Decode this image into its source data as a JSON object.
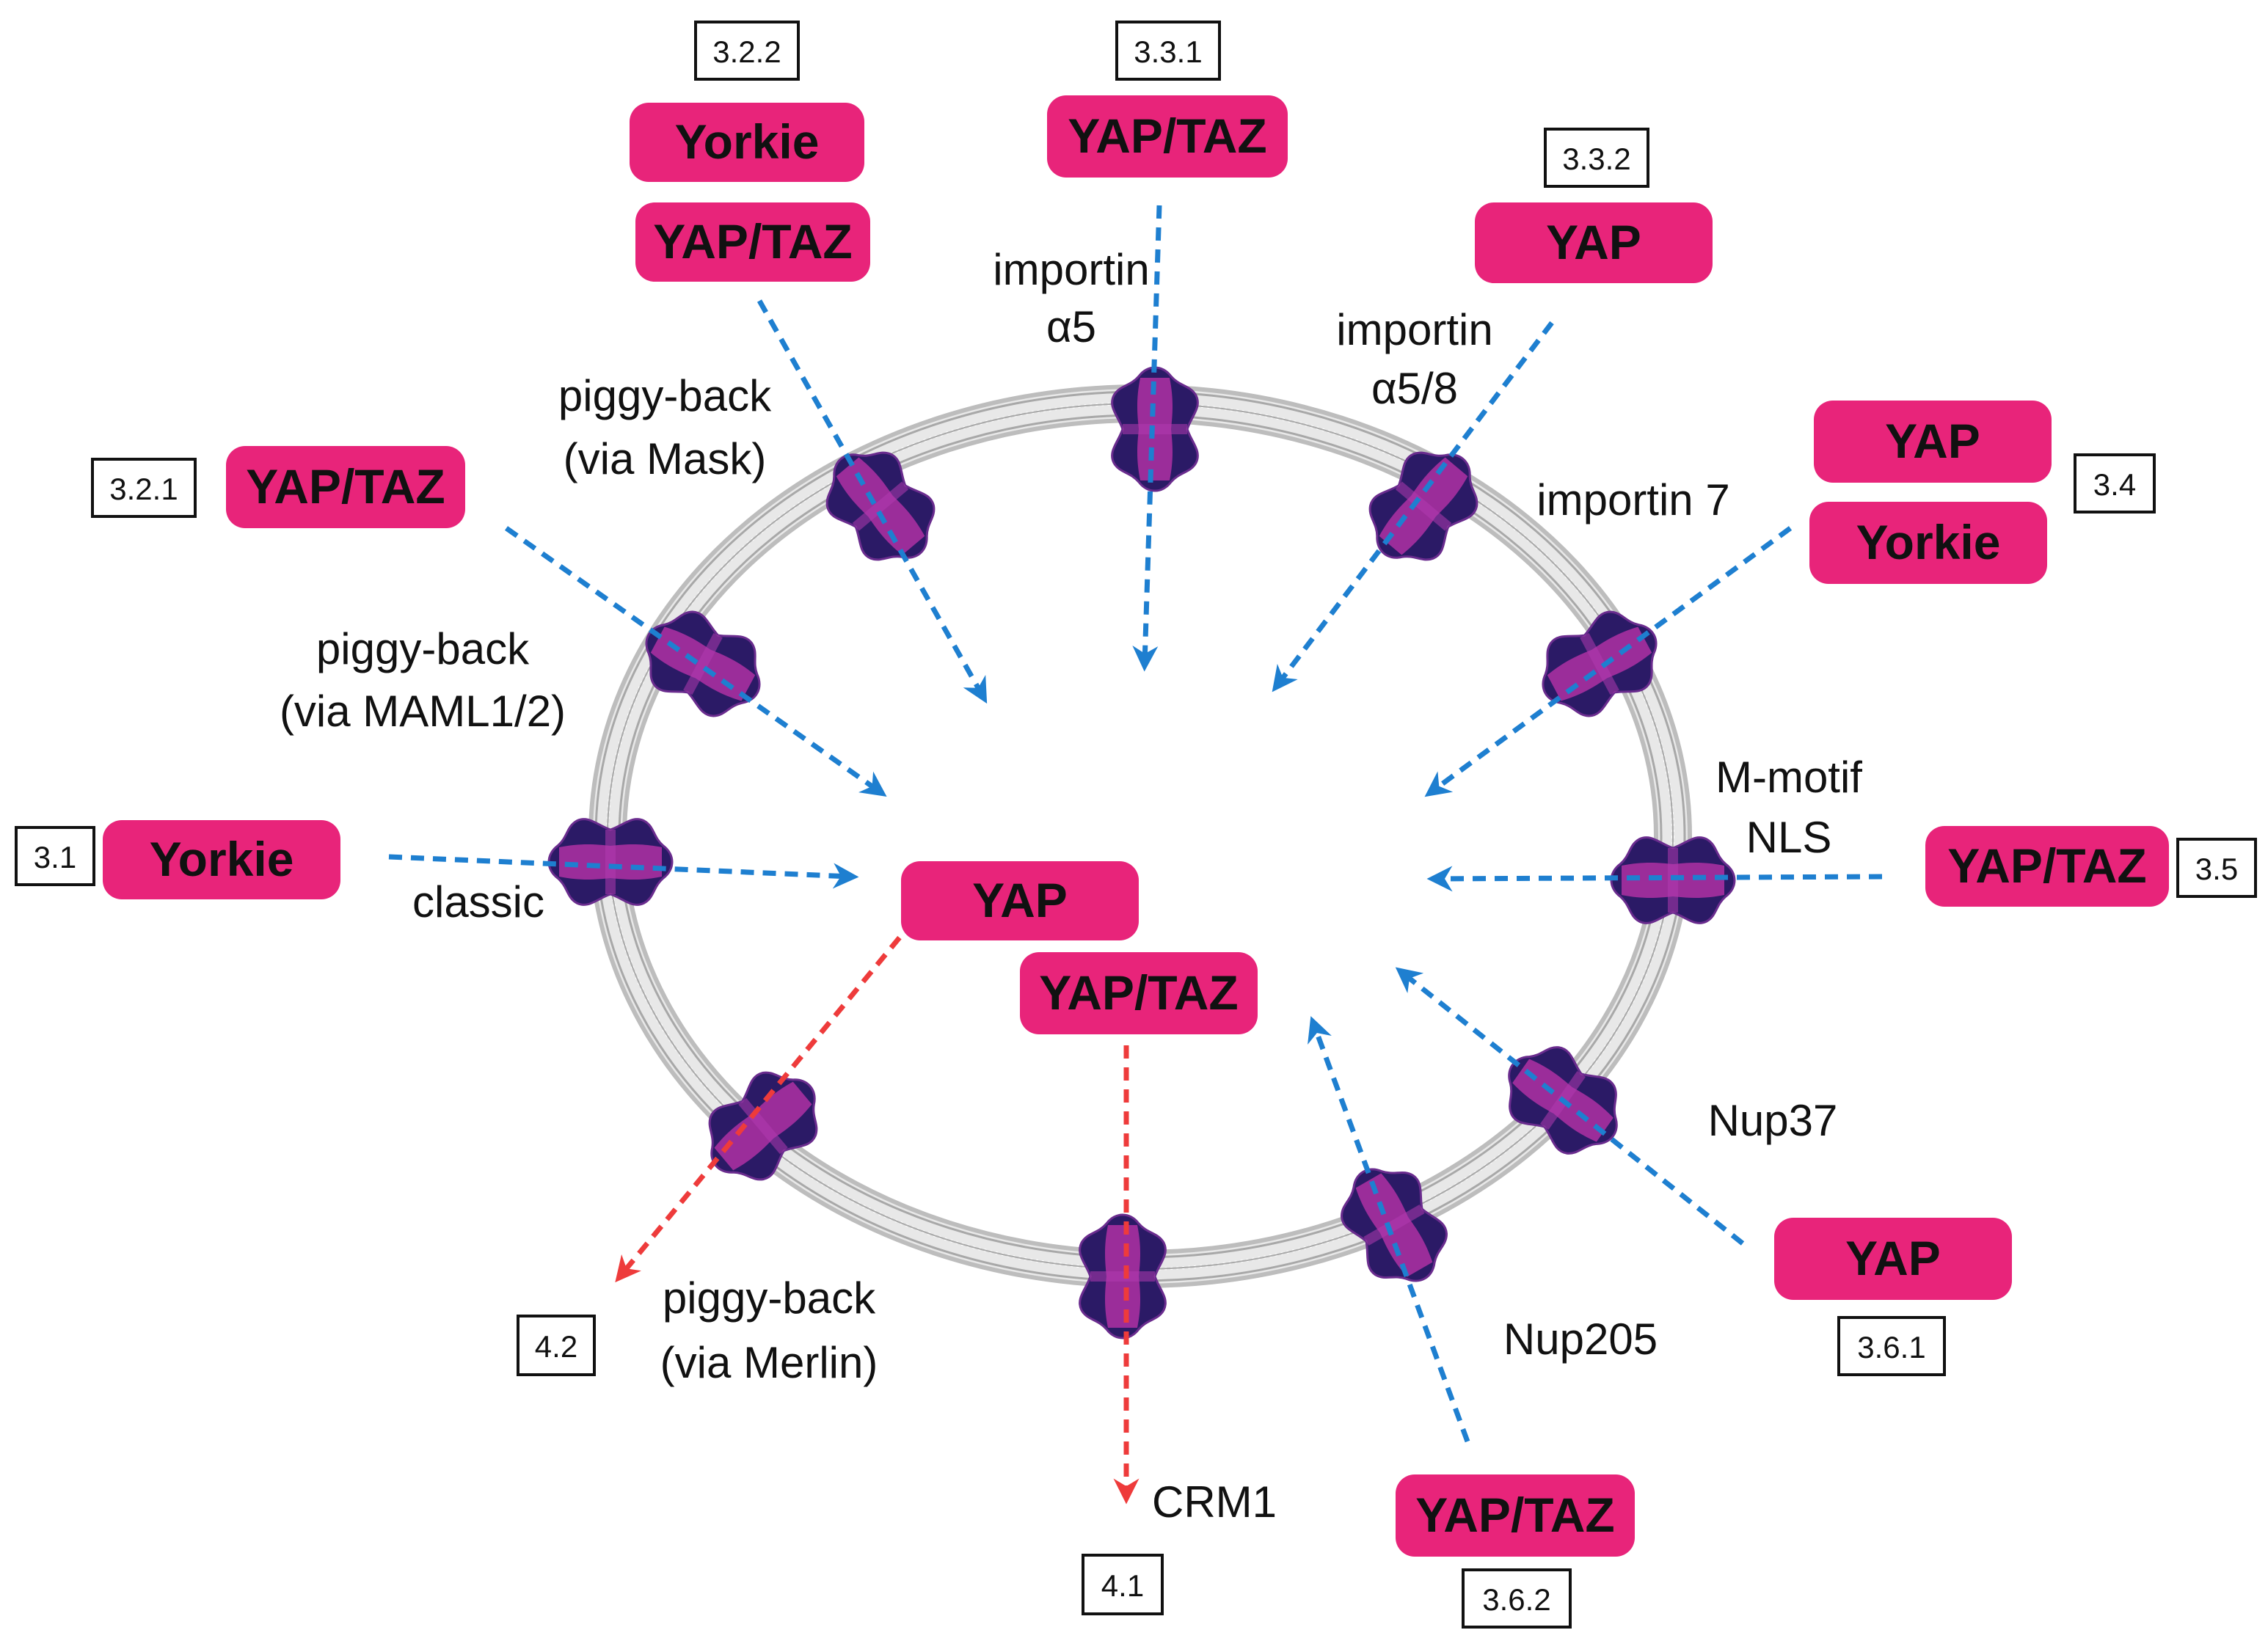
{
  "colors": {
    "pill": "#e8247a",
    "import_arrow": "#1e7fd0",
    "export_arrow": "#ee3b3b",
    "pore_outer": "#2b1a66",
    "pore_inner": "#9b2d9a",
    "membrane": "#d6d6d6"
  },
  "pills": {
    "yorkie_322": "Yorkie",
    "yaptaz_322": "YAP/TAZ",
    "yaptaz_331": "YAP/TAZ",
    "yap_332": "YAP",
    "yap_34": "YAP",
    "yorkie_34": "Yorkie",
    "yaptaz_321": "YAP/TAZ",
    "yorkie_31": "Yorkie",
    "yaptaz_35": "YAP/TAZ",
    "yap_361": "YAP",
    "yaptaz_362": "YAP/TAZ",
    "yap_center": "YAP",
    "yaptaz_center": "YAP/TAZ"
  },
  "sections": {
    "s322": "3.2.2",
    "s331": "3.3.1",
    "s332": "3.3.2",
    "s34": "3.4",
    "s321": "3.2.1",
    "s31": "3.1",
    "s35": "3.5",
    "s361": "3.6.1",
    "s362": "3.6.2",
    "s42": "4.2",
    "s41": "4.1"
  },
  "labels": {
    "importin_a5_l1": "importin",
    "importin_a5_l2": "α5",
    "importin_a58_l1": "importin",
    "importin_a58_l2": "α5/8",
    "importin_7": "importin 7",
    "mask_l1": "piggy-back",
    "mask_l2": "(via Mask)",
    "maml_l1": "piggy-back",
    "maml_l2": "(via MAML1/2)",
    "classic": "classic",
    "mmotif_l1": "M-motif",
    "mmotif_l2": "NLS",
    "nup37": "Nup37",
    "nup205": "Nup205",
    "merlin_l1": "piggy-back",
    "merlin_l2": "(via Merlin)",
    "crm1": "CRM1"
  }
}
